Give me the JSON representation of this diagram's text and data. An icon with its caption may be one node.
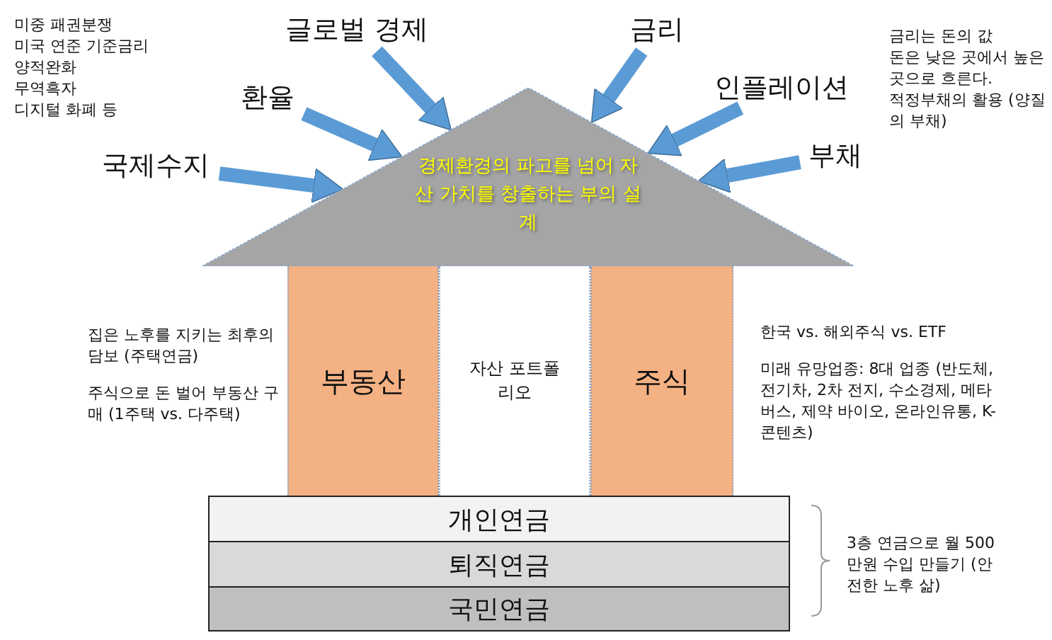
{
  "diagram": {
    "nodes": [
      {
        "text": [
          "경제환경의 파고를 넘어 자산 가치를 창출하는 부의 설계"
        ]
      },
      {
        "text": [
          "글로벌 경제"
        ]
      },
      {
        "text": [
          "환율"
        ]
      },
      {
        "text": [
          "국제수지"
        ]
      },
      {
        "text": [
          "금리"
        ]
      },
      {
        "text": [
          "인플레이션"
        ]
      },
      {
        "text": [
          "부채"
        ]
      },
      {
        "text": [
          "부동산"
        ]
      },
      {
        "text": [
          "자산 포트폴리오"
        ]
      },
      {
        "text": [
          "주식"
        ]
      },
      {
        "text": [
          "개인연금"
        ]
      },
      {
        "text": [
          "퇴직연금"
        ]
      },
      {
        "text": [
          "국민연금"
        ]
      }
    ],
    "edges": [
      {
        "from": 1,
        "to": 0,
        "arrow": "to"
      },
      {
        "from": 2,
        "to": 0,
        "arrow": "to"
      },
      {
        "from": 3,
        "to": 0,
        "arrow": "to"
      },
      {
        "from": 4,
        "to": 0,
        "arrow": "to"
      },
      {
        "from": 5,
        "to": 0,
        "arrow": "to"
      },
      {
        "from": 6,
        "to": 0,
        "arrow": "to"
      }
    ],
    "labels": [
      "미중 패권분쟁",
      "미국 연준 기준금리",
      "양적완화",
      "무역흑자",
      "디지털 화폐 등",
      "금리는 돈의 값",
      "돈은 낮은 곳에서 높은 곳으로 흐른다.",
      "적정부채의 활용 (양질의 부채)",
      "집은 노후를 지키는 최후의 담보 (주택연금)",
      "주식으로 돈 벌어 부동산 구매 (1주택 vs. 다주택)",
      "한국 vs. 해외주식 vs. ETF",
      "미래 유망업종: 8대 업종 (반도체, 전기차, 2차 전지, 수소경제, 메타버스, 제약 바이오, 온라인유통, K-콘텐츠)",
      "3층 연금으로 월 500만원 수입 만들기 (안전한 노후 삶)"
    ]
  }
}
